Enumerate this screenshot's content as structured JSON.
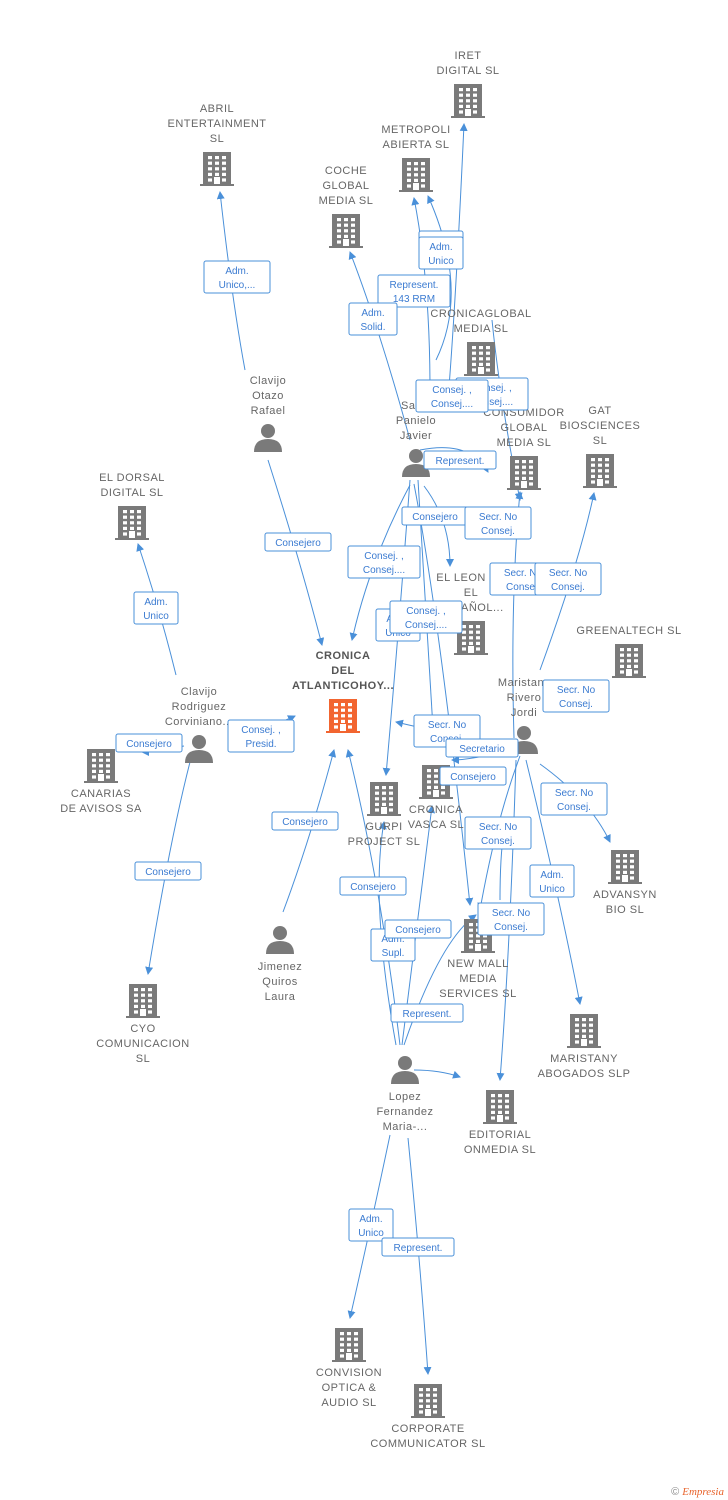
{
  "companies": [
    {
      "id": "iret",
      "lines": [
        "IRET",
        "DIGITAL  SL"
      ]
    },
    {
      "id": "abril",
      "lines": [
        "ABRIL",
        "ENTERTAINMENT",
        "SL"
      ]
    },
    {
      "id": "metropoli",
      "lines": [
        "METROPOLI",
        "ABIERTA  SL"
      ]
    },
    {
      "id": "coche",
      "lines": [
        "COCHE",
        "GLOBAL",
        "MEDIA  SL"
      ]
    },
    {
      "id": "cronicaglobal",
      "lines": [
        "CRONICAGLOBAL",
        "MEDIA  SL"
      ]
    },
    {
      "id": "consumidor",
      "lines": [
        "CONSUMIDOR",
        "GLOBAL",
        "MEDIA  SL"
      ]
    },
    {
      "id": "gat",
      "lines": [
        "GAT",
        "BIOSCIENCES",
        "SL"
      ]
    },
    {
      "id": "eldorsal",
      "lines": [
        "EL DORSAL",
        "DIGITAL  SL"
      ]
    },
    {
      "id": "elleon",
      "lines": [
        "EL LEON DE",
        "EL",
        "ESPAÑOL..."
      ]
    },
    {
      "id": "greenaltech",
      "lines": [
        "GREENALTECH SL"
      ]
    },
    {
      "id": "cronica_atl",
      "lines": [
        "CRONICA",
        "DEL",
        "ATLANTICOHOY..."
      ],
      "main": true
    },
    {
      "id": "canarias",
      "lines": [
        "CANARIAS",
        "DE AVISOS SA"
      ]
    },
    {
      "id": "gurpi",
      "lines": [
        "GURPI",
        "PROJECT  SL"
      ]
    },
    {
      "id": "cronicavasca",
      "lines": [
        "CRONICA",
        "VASCA  SL"
      ]
    },
    {
      "id": "advansyn",
      "lines": [
        "ADVANSYN",
        "BIO  SL"
      ]
    },
    {
      "id": "newmall",
      "lines": [
        "NEW MALL",
        "MEDIA",
        "SERVICES  SL"
      ]
    },
    {
      "id": "cyo",
      "lines": [
        "CYO",
        "COMUNICACION",
        "SL"
      ]
    },
    {
      "id": "maristany_abog",
      "lines": [
        "MARISTANY",
        "ABOGADOS  SLP"
      ]
    },
    {
      "id": "editorial",
      "lines": [
        "EDITORIAL",
        "ONMEDIA  SL"
      ]
    },
    {
      "id": "convision",
      "lines": [
        "CONVISION",
        "OPTICA &",
        "AUDIO  SL"
      ]
    },
    {
      "id": "corporate",
      "lines": [
        "CORPORATE",
        "COMMUNICATOR SL"
      ]
    }
  ],
  "persons": [
    {
      "id": "clavijo_otazo",
      "lines": [
        "Clavijo",
        "Otazo",
        "Rafael"
      ]
    },
    {
      "id": "salva",
      "lines": [
        "Salva",
        "Panielo",
        "Javier"
      ]
    },
    {
      "id": "clavijo_rod",
      "lines": [
        "Clavijo",
        "Rodriguez",
        "Corviniano..."
      ]
    },
    {
      "id": "maristany",
      "lines": [
        "Maristany",
        "Rivero",
        "Jordi"
      ]
    },
    {
      "id": "jimenez",
      "lines": [
        "Jimenez",
        "Quiros",
        "Laura"
      ]
    },
    {
      "id": "lopez",
      "lines": [
        "Lopez",
        "Fernandez",
        "Maria-..."
      ]
    }
  ],
  "relations": [
    {
      "id": "r1",
      "lines": [
        "Adm.",
        "Unico,..."
      ]
    },
    {
      "id": "r2",
      "lines": [
        "Adm.",
        "Unico"
      ]
    },
    {
      "id": "r3",
      "lines": [
        "Represent.",
        "143 RRM"
      ]
    },
    {
      "id": "r4",
      "lines": [
        "Adm.",
        "Solid."
      ]
    },
    {
      "id": "r5",
      "lines": [
        "Consej. ,",
        "Consej...."
      ]
    },
    {
      "id": "r6",
      "lines": [
        "Represent."
      ]
    },
    {
      "id": "r7",
      "lines": [
        "Consejero"
      ]
    },
    {
      "id": "r8",
      "lines": [
        "Secr.  No",
        "Consej."
      ]
    },
    {
      "id": "r9",
      "lines": [
        "Consejero"
      ]
    },
    {
      "id": "r10",
      "lines": [
        "Consej. ,",
        "Consej...."
      ]
    },
    {
      "id": "r11",
      "lines": [
        "Adm.",
        "Unico"
      ]
    },
    {
      "id": "r12",
      "lines": [
        "Secr.  No",
        "Consej."
      ]
    },
    {
      "id": "r13",
      "lines": [
        "Secr.  No",
        "Consej."
      ]
    },
    {
      "id": "r14",
      "lines": [
        "Consej. ,",
        "Consej...."
      ]
    },
    {
      "id": "r15",
      "lines": [
        "Adm.",
        "Unico"
      ]
    },
    {
      "id": "r16",
      "lines": [
        "Consejero"
      ]
    },
    {
      "id": "r17",
      "lines": [
        "Consej. ,",
        "Presid."
      ]
    },
    {
      "id": "r18",
      "lines": [
        "Secr.  No",
        "Consej."
      ]
    },
    {
      "id": "r19",
      "lines": [
        "Secr.  No",
        "Consej."
      ]
    },
    {
      "id": "r20",
      "lines": [
        "Secretario"
      ]
    },
    {
      "id": "r21",
      "lines": [
        "Consejero"
      ]
    },
    {
      "id": "r22",
      "lines": [
        "Secr.  No",
        "Consej."
      ]
    },
    {
      "id": "r23",
      "lines": [
        "Consejero"
      ]
    },
    {
      "id": "r24",
      "lines": [
        "Secr.  No",
        "Consej."
      ]
    },
    {
      "id": "r25",
      "lines": [
        "Adm.",
        "Unico"
      ]
    },
    {
      "id": "r26",
      "lines": [
        "Consejero"
      ]
    },
    {
      "id": "r27",
      "lines": [
        "Adm.",
        "Unico"
      ]
    },
    {
      "id": "r28",
      "lines": [
        "Consejero"
      ]
    },
    {
      "id": "r29",
      "lines": [
        "Adm.",
        "Supl."
      ]
    },
    {
      "id": "r30",
      "lines": [
        "Secr.  No",
        "Consej."
      ]
    },
    {
      "id": "r31",
      "lines": [
        "Represent."
      ]
    },
    {
      "id": "r32",
      "lines": [
        "Consejero"
      ]
    },
    {
      "id": "r33",
      "lines": [
        "Adm.",
        "Unico"
      ]
    },
    {
      "id": "r34",
      "lines": [
        "Represent."
      ]
    },
    {
      "id": "r35",
      "lines": [
        "Consej. ,",
        "Consej...."
      ]
    },
    {
      "id": "r36",
      "lines": [
        "Adm.",
        "Unico"
      ]
    }
  ],
  "footer": {
    "copyright": "©",
    "brand": "Empresia"
  },
  "colors": {
    "company": "#7a7a7a",
    "main_company": "#f26530",
    "person": "#7a7a7a",
    "edge": "#4a90d9"
  }
}
